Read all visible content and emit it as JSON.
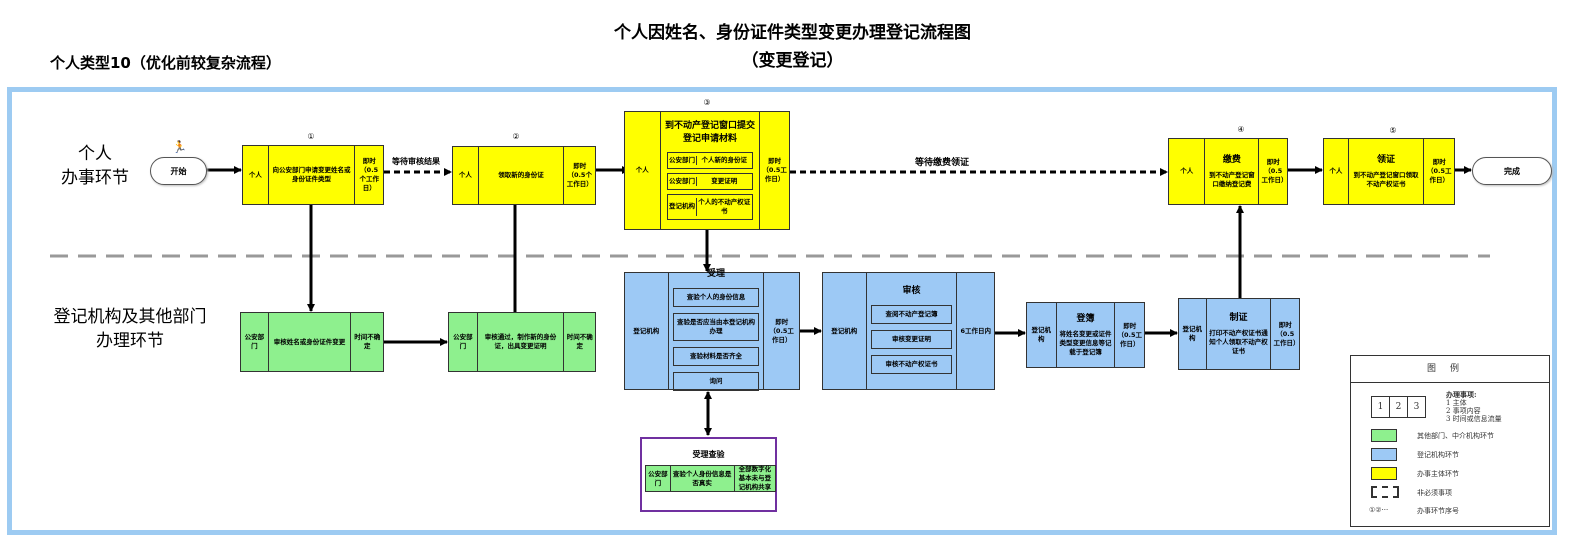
{
  "title": "个人因姓名、身份证件类型变更办理登记流程图",
  "subtitle": "（变更登记）",
  "left_caption": "个人类型10（优化前较复杂流程）",
  "lanes": {
    "top": [
      "个人",
      "办事环节"
    ],
    "bottom": [
      "登记机构及其他部门",
      "办理环节"
    ]
  },
  "start_label": "开始",
  "end_label": "完成",
  "wait_labels": {
    "review": "等待审核结果",
    "fee": "等待缴费领证"
  },
  "steps": {
    "b1": {
      "number": "①",
      "actor": "个人",
      "content": "向公安部门申请变更姓名或身份证件类型",
      "time": "即时（0.5个工作日）"
    },
    "b2": {
      "number": "②",
      "actor": "个人",
      "content": "领取新的身份证",
      "time": "即时（0.5个工作日）"
    },
    "b3": {
      "number": "③",
      "actor": "个人",
      "title": "到不动产登记窗口提交登记申请材料",
      "time": "即时（0.5工作日）",
      "rows": [
        [
          "公安部门",
          "个人新的身份证"
        ],
        [
          "公安部门",
          "变更证明"
        ],
        [
          "登记机构",
          "个人的不动产权证书"
        ]
      ]
    },
    "b4": {
      "number": "④",
      "actor": "个人",
      "title": "缴费",
      "content": "到不动产登记窗口缴纳登记费",
      "time": "即时（0.5工作日）"
    },
    "b5": {
      "number": "⑤",
      "actor": "个人",
      "title": "领证",
      "content": "到不动产登记窗口领取不动产权证书",
      "time": "即时（0.5工作日）"
    },
    "g1": {
      "actor": "公安部门",
      "content": "审核姓名或身份证件变更",
      "time": "时间不确定"
    },
    "g2": {
      "actor": "公安部门",
      "content": "审核通过，制作新的身份证，出具变更证明",
      "time": "时间不确定"
    },
    "s1": {
      "actor": "登记机构",
      "title": "受理",
      "time": "即时（0.5工作日）",
      "items": [
        "查验个人的身份信息",
        "查验是否应当由本登记机构办理",
        "查验材料是否齐全",
        "询问"
      ]
    },
    "s2": {
      "actor": "登记机构",
      "title": "审核",
      "time": "6工作日内",
      "items": [
        "查阅不动产登记簿",
        "审核变更证明",
        "审核不动产权证书"
      ]
    },
    "s3": {
      "actor": "登记机构",
      "title": "登簿",
      "content": "将姓名变更或证件类型变更信息等记载于登记簿",
      "time": "即时（0.5工作日）"
    },
    "s4": {
      "actor": "登记机构",
      "title": "制证",
      "content": "打印不动产权证书通知个人领取不动产权证书",
      "time": "即时（0.5工作日）"
    },
    "verify": {
      "title": "受理查验",
      "actor": "公安部门",
      "content": "查验个人身份信息是否真实",
      "time": "全部数字化基本未与登记机构共享"
    }
  },
  "legend": {
    "header": "图例",
    "cells": [
      "1",
      "2",
      "3"
    ],
    "items_title": "办理事项:",
    "items": [
      "1 主体",
      "2 事项内容",
      "3 时间或信息流量"
    ],
    "green": "其他部门、中介机构环节",
    "blue": "登记机构环节",
    "yellow": "办事主体环节",
    "dashed": "非必须事项",
    "numbering_symbol": "①②···",
    "numbering": "办事环节序号"
  },
  "colors": {
    "yellow": "#ffff00",
    "green": "#8ef08e",
    "blue": "#9dc9f5",
    "frame": "#9dcbf2",
    "purple": "#7030a0"
  }
}
